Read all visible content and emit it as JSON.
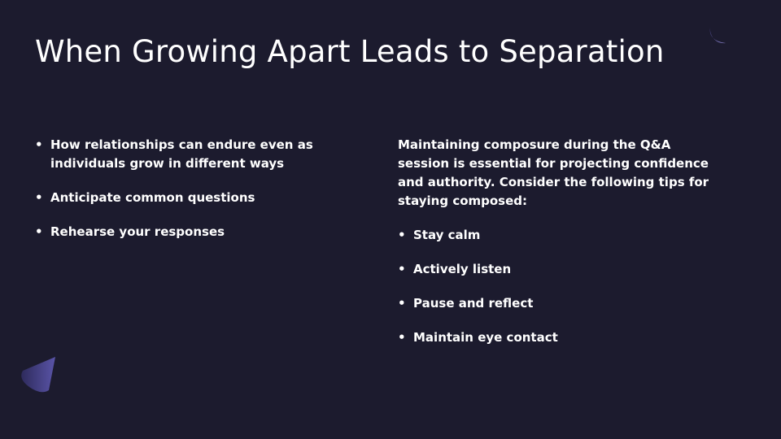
{
  "slide": {
    "title": "When Growing Apart Leads to Separation",
    "left_bullets": [
      "How relationships can endure even as individuals grow in different ways",
      "Anticipate common questions",
      "Rehearse your responses"
    ],
    "right_intro": "Maintaining composure during the Q&A session is essential for projecting confidence and authority. Consider the following tips for staying composed:",
    "right_bullets": [
      "Stay calm",
      "Actively listen",
      "Pause and reflect",
      "Maintain eye contact"
    ]
  },
  "colors": {
    "background": "#1c1b2e",
    "text": "#ffffff",
    "accent": "#5a54a8"
  }
}
